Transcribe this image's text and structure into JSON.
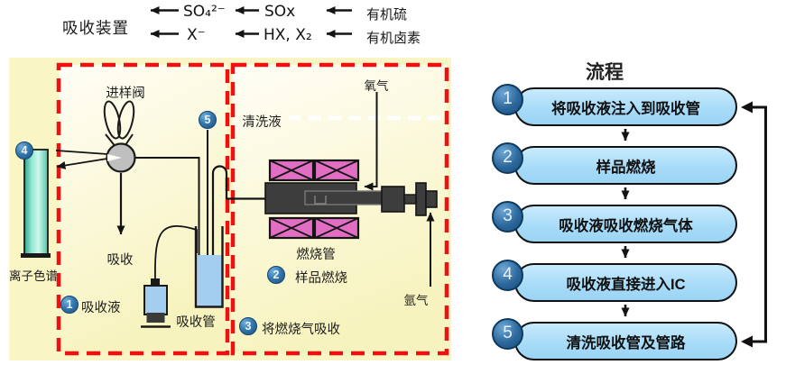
{
  "header": {
    "device_label": "吸收装置",
    "row1": {
      "product": "SO₄²⁻",
      "intermediate": "SOx",
      "source": "有机硫"
    },
    "row2": {
      "product": "X⁻",
      "intermediate": "HX, X₂",
      "source": "有机卤素"
    }
  },
  "diagram": {
    "labels": {
      "sampling_valve": "进样阀",
      "cleaning_liquid": "清洗液",
      "oxygen": "氧气",
      "argon": "氩气",
      "absorb": "吸收",
      "ion_chromatography": "离子色谱",
      "absorption_liquid": "吸收液",
      "absorption_tube": "吸收管",
      "combustion_tube": "燃烧管",
      "sample_combustion": "样品燃烧",
      "absorb_combustion_gas": "将燃烧气吸收"
    },
    "badges": {
      "ic_inlet": "4",
      "cleaning_line": "5",
      "absorption_liquid": "1",
      "sample_combustion": "2",
      "absorb_gas": "3"
    }
  },
  "flowchart": {
    "title": "流程",
    "steps": [
      {
        "num": "1",
        "label": "将吸收液注入到吸收管"
      },
      {
        "num": "2",
        "label": "样品燃烧"
      },
      {
        "num": "3",
        "label": "吸收液吸收燃烧气体"
      },
      {
        "num": "4",
        "label": "吸收液直接进入IC"
      },
      {
        "num": "5",
        "label": "清洗吸收管及管路"
      }
    ]
  },
  "colors": {
    "panel_yellow": "#F9F5C4",
    "dashed_border_red": "#EE1111",
    "heater_pink": "#E26EC4",
    "tube_dark": "#3D3D3D",
    "liquid_blue": "#A3CEF0",
    "pill_blue": "#A8DCF8",
    "badge_blue": "#2B6EA5",
    "column_teal": "#5FC9AE"
  }
}
